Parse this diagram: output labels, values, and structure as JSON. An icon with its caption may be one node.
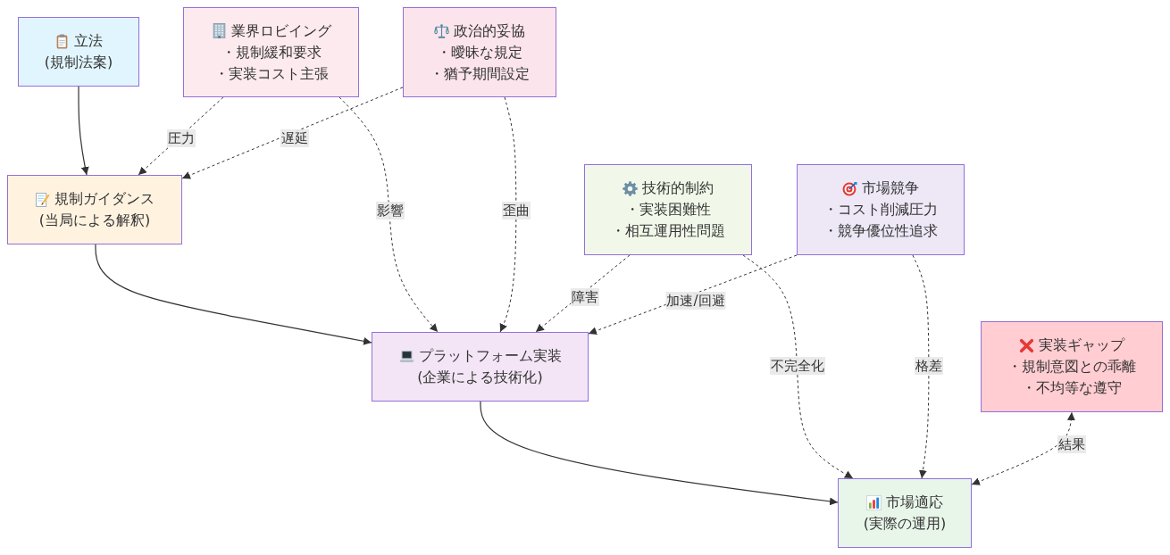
{
  "diagram": {
    "nodes": [
      {
        "text": [
          "立法",
          "(規制法案)"
        ]
      },
      {
        "text": [
          "業界ロビイング",
          "・規制緩和要求",
          "・実装コスト主張"
        ]
      },
      {
        "text": [
          "政治的妥協",
          "・曖昧な規定",
          "・猶予期間設定"
        ]
      },
      {
        "text": [
          "規制ガイダンス",
          "(当局による解釈)"
        ]
      },
      {
        "text": [
          "技術的制約",
          "・実装困難性",
          "・相互運用性問題"
        ]
      },
      {
        "text": [
          "市場競争",
          "・コスト削減圧力",
          "・競争優位性追求"
        ]
      },
      {
        "text": [
          "プラットフォーム実装",
          "(企業による技術化)"
        ]
      },
      {
        "text": [
          "実装ギャップ",
          "・規制意図との乖離",
          "・不均等な遵守"
        ]
      },
      {
        "text": [
          "市場適応",
          "(実際の運用)"
        ]
      }
    ],
    "edges": [
      {
        "from": 0,
        "to": 3,
        "arrow": "to"
      },
      {
        "from": 1,
        "to": 3,
        "arrow": "to",
        "label": "圧力",
        "style": "dashed"
      },
      {
        "from": 2,
        "to": 3,
        "arrow": "to",
        "label": "遅延",
        "style": "dashed"
      },
      {
        "from": 1,
        "to": 6,
        "arrow": "to",
        "label": "影響",
        "style": "dashed"
      },
      {
        "from": 2,
        "to": 6,
        "arrow": "to",
        "label": "歪曲",
        "style": "dashed"
      },
      {
        "from": 3,
        "to": 6,
        "arrow": "to"
      },
      {
        "from": 4,
        "to": 6,
        "arrow": "to",
        "label": "障害",
        "style": "dashed"
      },
      {
        "from": 5,
        "to": 6,
        "arrow": "to",
        "label": "加速/回避",
        "style": "dashed"
      },
      {
        "from": 4,
        "to": 8,
        "arrow": "to",
        "label": "不完全化",
        "style": "dashed"
      },
      {
        "from": 5,
        "to": 8,
        "arrow": "to",
        "label": "格差",
        "style": "dashed"
      },
      {
        "from": 6,
        "to": 8,
        "arrow": "to"
      },
      {
        "from": 8,
        "to": 7,
        "arrow": "both",
        "label": "結果",
        "style": "dashed"
      }
    ]
  }
}
